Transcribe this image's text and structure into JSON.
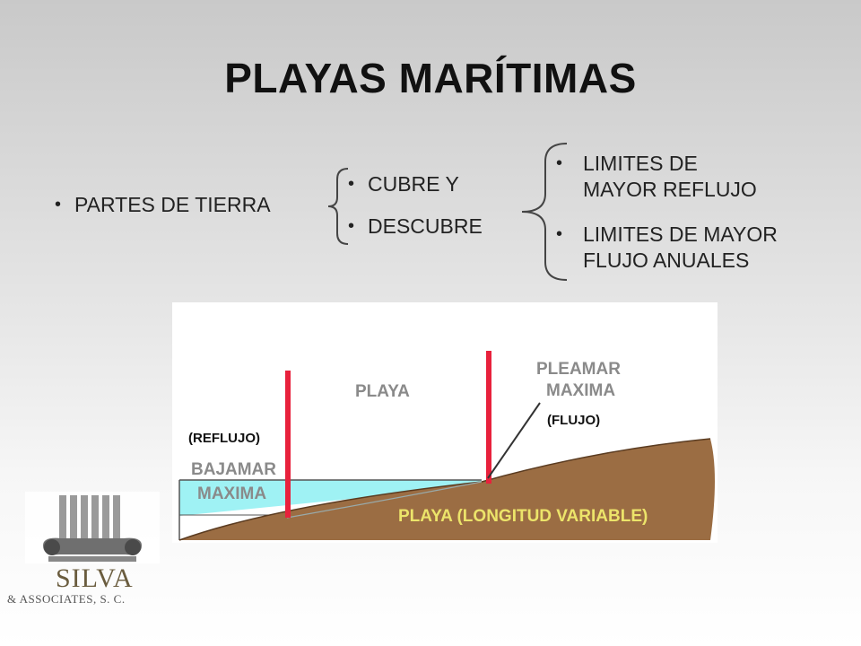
{
  "slide": {
    "title": "PLAYAS MARÍTIMAS"
  },
  "bullets": {
    "level1": "PARTES DE TIERRA",
    "level2": [
      "CUBRE Y",
      "DESCUBRE"
    ],
    "level3": [
      [
        "LIMITES DE",
        "MAYOR REFLUJO"
      ],
      [
        "LIMITES DE MAYOR",
        "FLUJO ANUALES"
      ]
    ],
    "bullet_glyph": "•"
  },
  "diagram": {
    "labels": {
      "playa": "PLAYA",
      "pleamar_line1": "PLEAMAR",
      "pleamar_line2": "MAXIMA",
      "flujo": "(FLUJO)",
      "reflujo": "(REFLUJO)",
      "bajamar_line1": "BAJAMAR",
      "bajamar_line2": "MAXIMA",
      "playa_longitud": "PLAYA (LONGITUD VARIABLE)"
    },
    "colors": {
      "water": "#9ff2f4",
      "land": "#9b6d43",
      "marker": "#e8213c",
      "label_gray": "#8a8a8a",
      "label_yellow": "#ece46a"
    }
  },
  "logo": {
    "name": "SILVA",
    "subtitle": "& ASSOCIATES, S. C.",
    "icon": "column-capital-icon"
  }
}
